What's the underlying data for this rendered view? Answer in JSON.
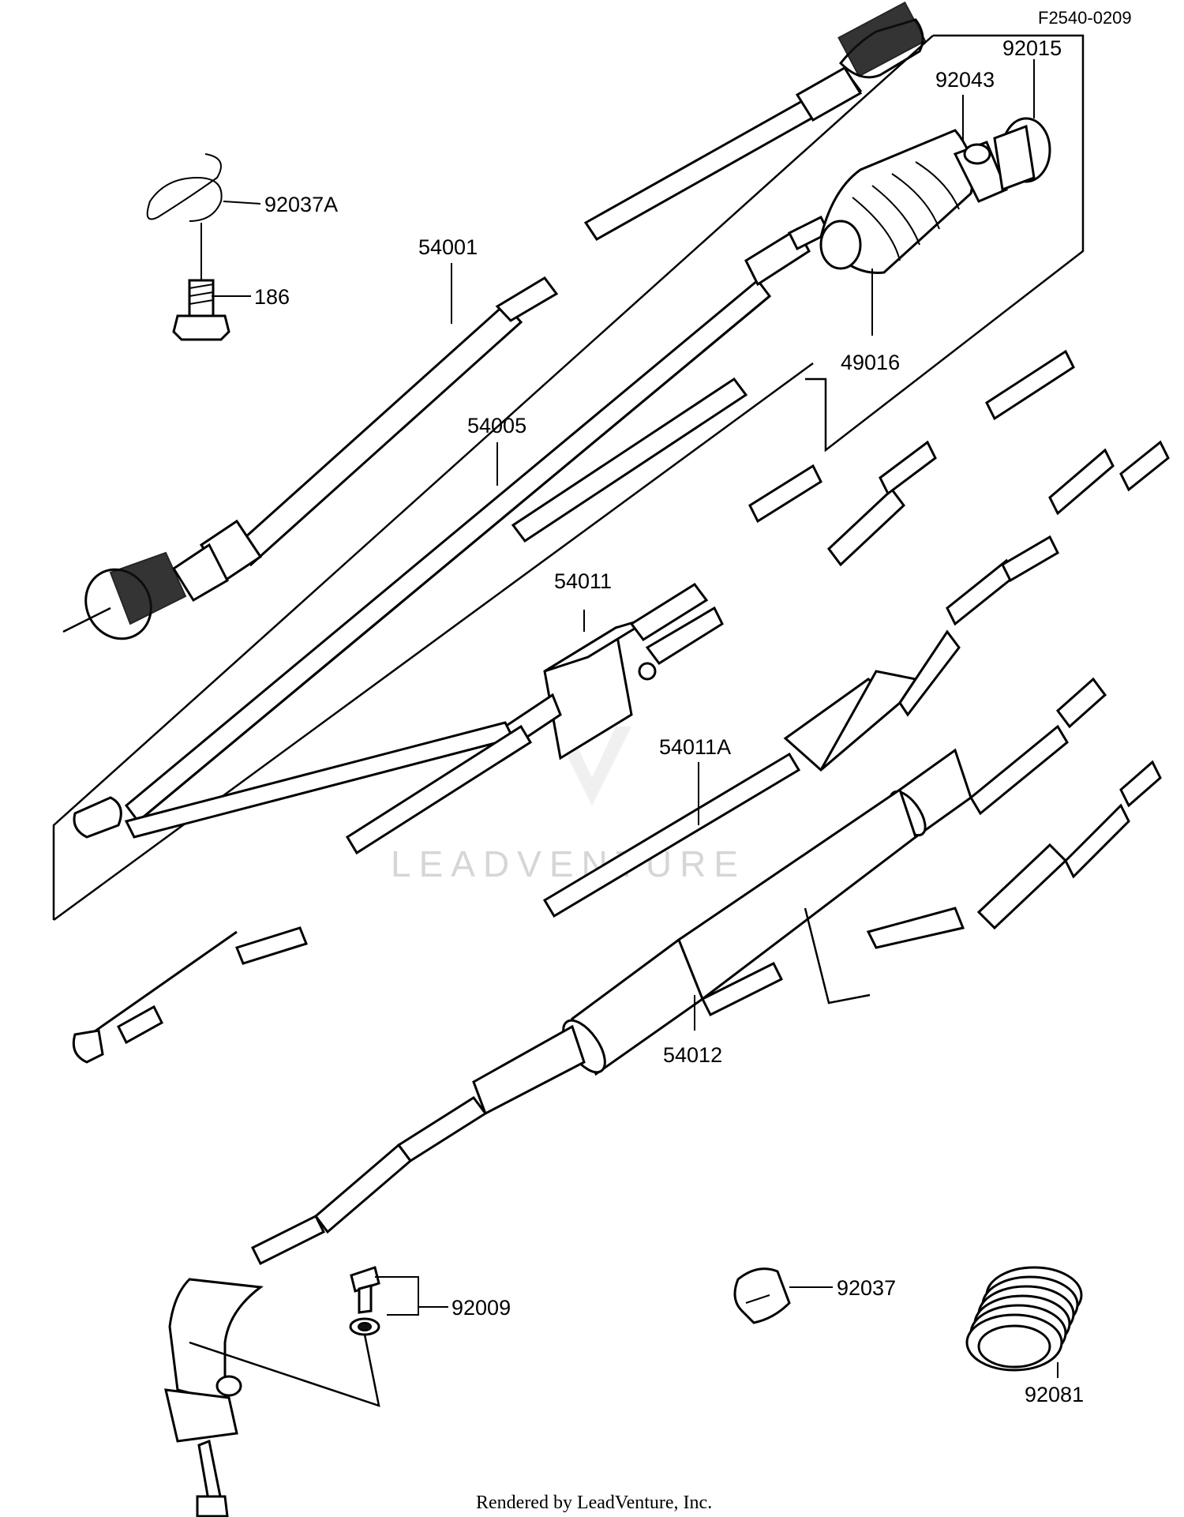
{
  "diagram_code": "F2540-0209",
  "footer": "Rendered by LeadVenture, Inc.",
  "watermark": "LEADVENTURE",
  "parts": [
    {
      "id": "92037A",
      "name": "92037A"
    },
    {
      "id": "186",
      "name": "186"
    },
    {
      "id": "54001",
      "name": "54001"
    },
    {
      "id": "54005",
      "name": "54005"
    },
    {
      "id": "92043",
      "name": "92043"
    },
    {
      "id": "92015",
      "name": "92015"
    },
    {
      "id": "49016",
      "name": "49016"
    },
    {
      "id": "54011",
      "name": "54011"
    },
    {
      "id": "54011A",
      "name": "54011A"
    },
    {
      "id": "54012",
      "name": "54012"
    },
    {
      "id": "92009",
      "name": "92009"
    },
    {
      "id": "92037",
      "name": "92037"
    },
    {
      "id": "92081",
      "name": "92081"
    }
  ]
}
